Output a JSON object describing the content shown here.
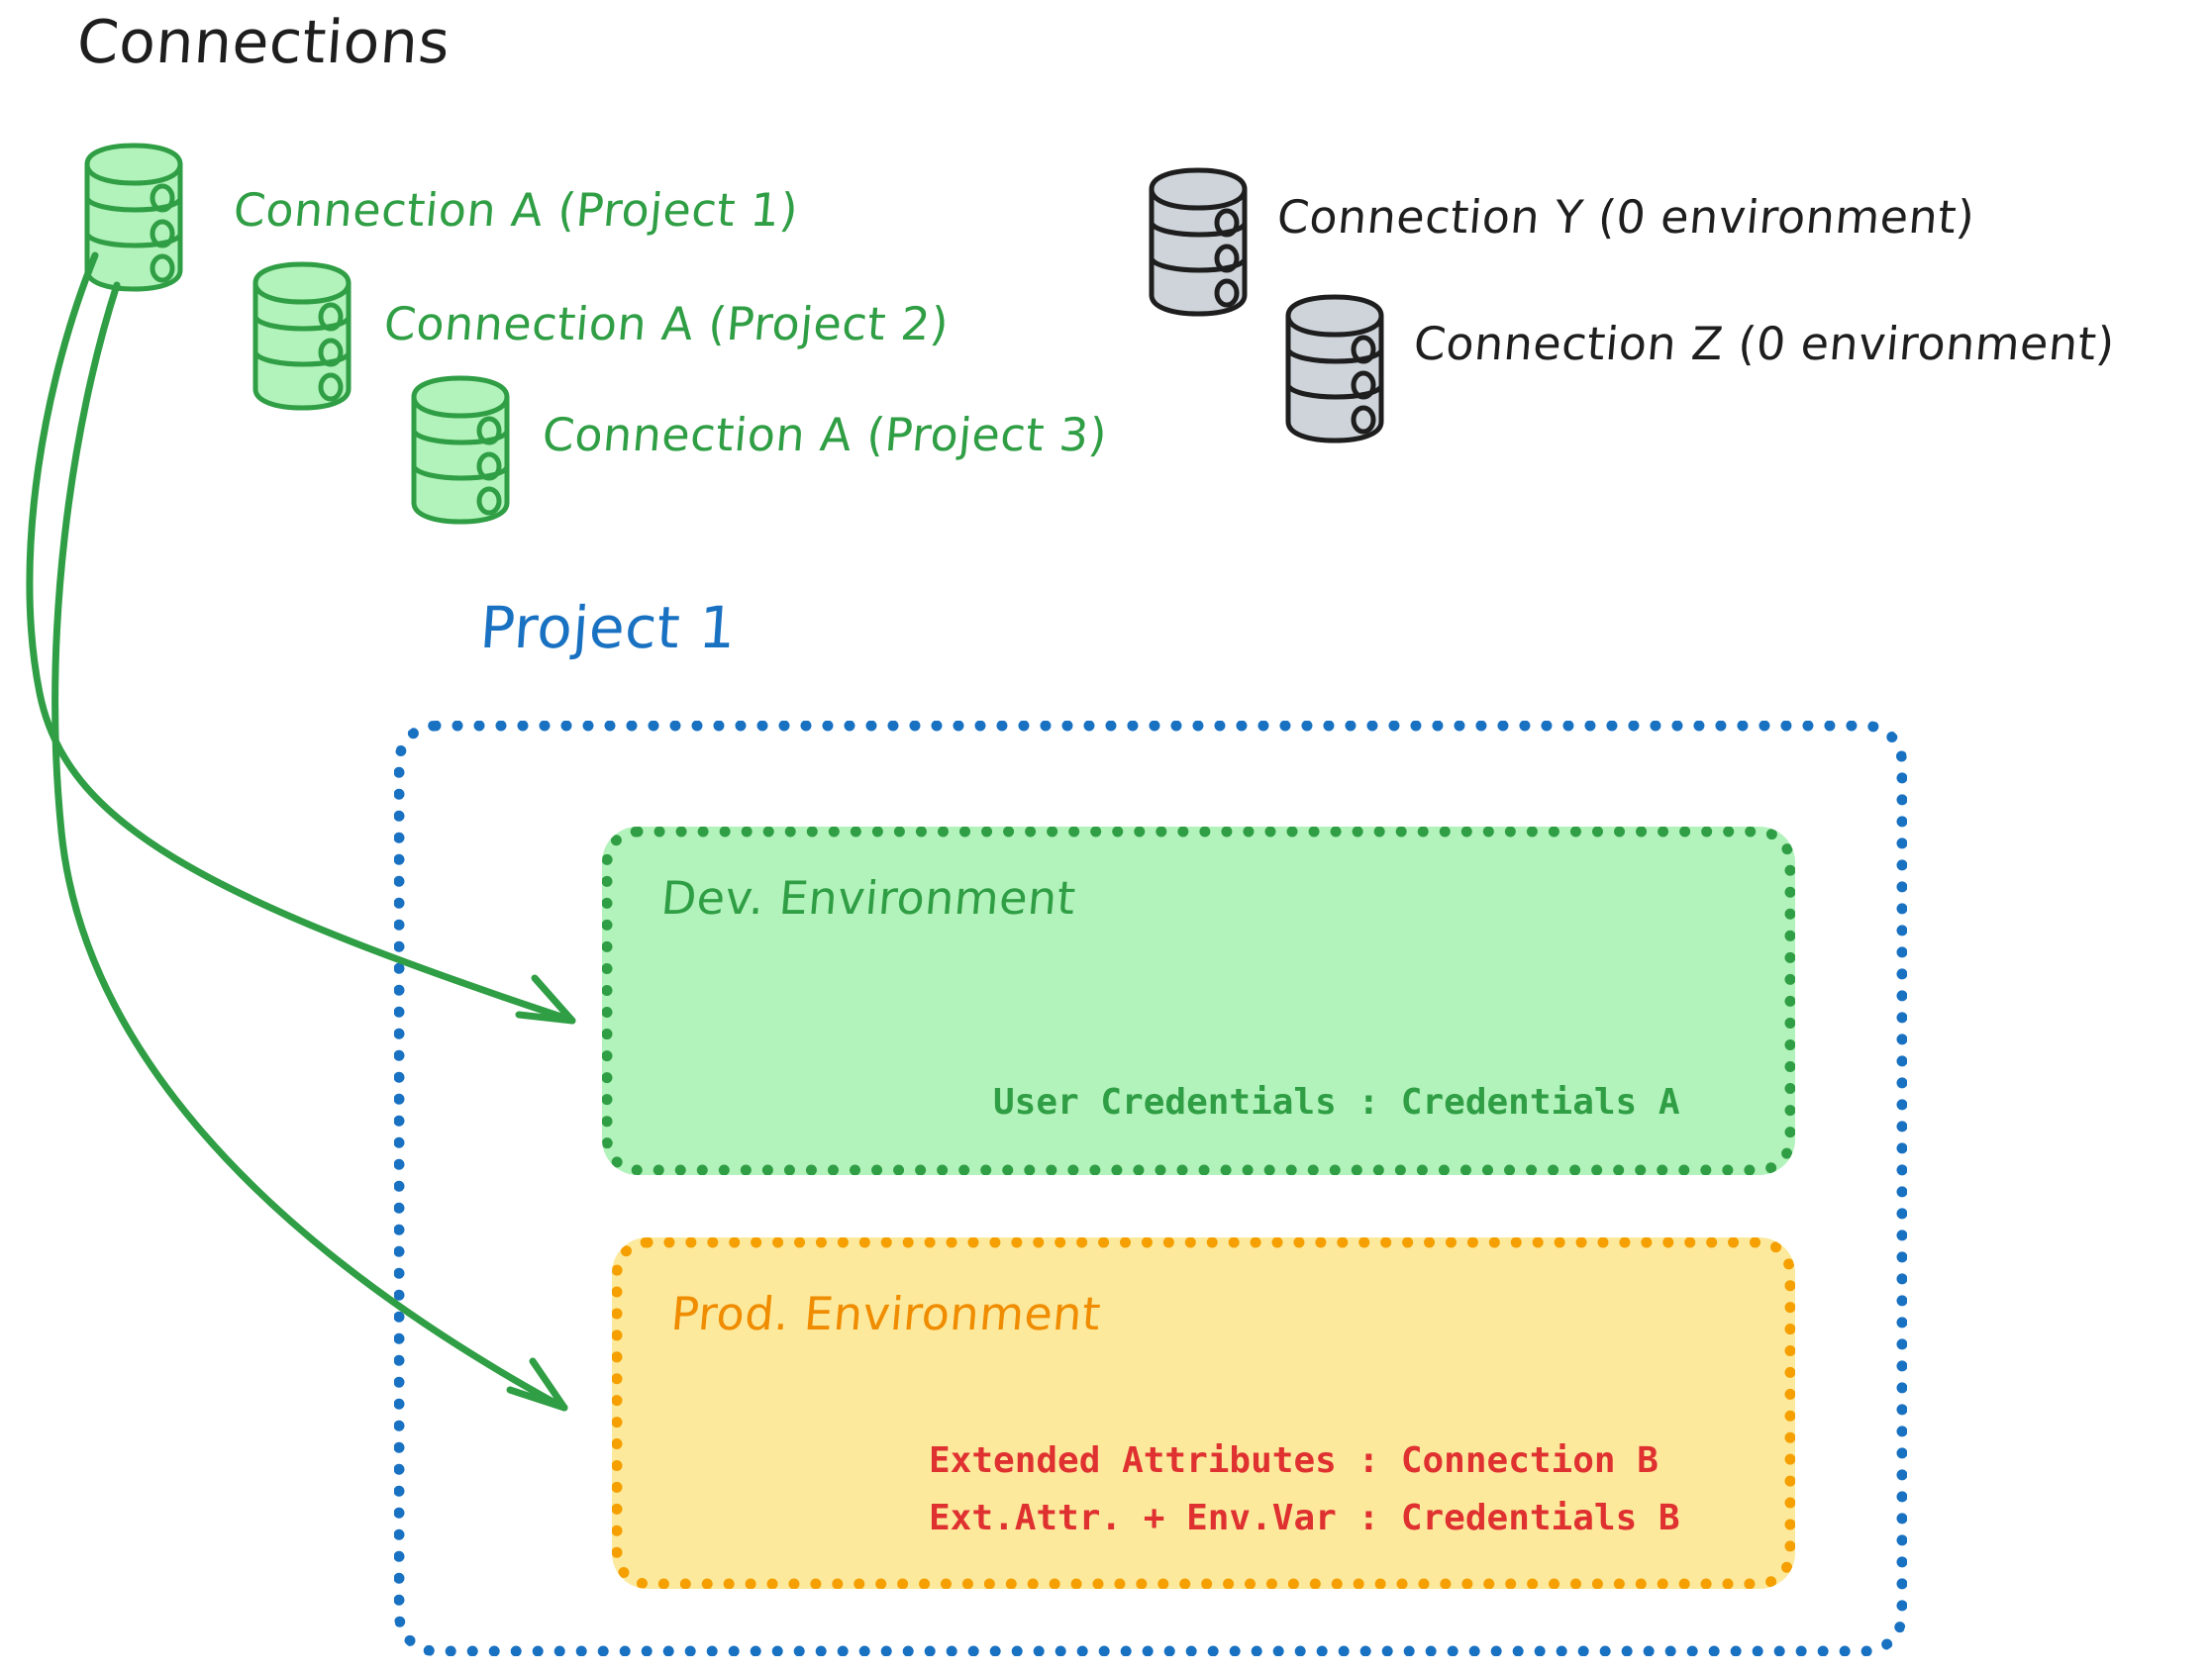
{
  "page": {
    "title_connections": "Connections",
    "title_project": "Project 1"
  },
  "colors": {
    "green_stroke": "#2f9e44",
    "green_fill": "#b2f2bb",
    "gray_stroke": "#1e1e1e",
    "gray_fill": "#ced4da",
    "blue": "#1971c2",
    "orange_stroke": "#f59f00",
    "orange_text": "#f08c00",
    "orange_fill": "#fce99c",
    "red": "#e03131",
    "black": "#1e1e1e"
  },
  "connections": {
    "green": [
      {
        "icon": "database-icon",
        "label": "Connection A (Project 1)"
      },
      {
        "icon": "database-icon",
        "label": "Connection A (Project 2)"
      },
      {
        "icon": "database-icon",
        "label": "Connection A (Project 3)"
      }
    ],
    "gray": [
      {
        "icon": "database-icon",
        "label": "Connection Y (0 environment)"
      },
      {
        "icon": "database-icon",
        "label": "Connection Z (0 environment)"
      }
    ]
  },
  "project": {
    "name": "Project 1",
    "environments": [
      {
        "name": "Dev. Environment",
        "kind": "dev",
        "rows": [
          "User Credentials : Credentials A"
        ]
      },
      {
        "name": "Prod. Environment",
        "kind": "prod",
        "rows": [
          "Extended Attributes : Connection B",
          "Ext.Attr. + Env.Var : Credentials B"
        ]
      }
    ]
  },
  "arrows": [
    {
      "name": "arrow-connection-a-to-dev-env",
      "from": "Connection A (Project 1)",
      "to": "Dev. Environment"
    },
    {
      "name": "arrow-connection-a-to-prod-env",
      "from": "Connection A (Project 1)",
      "to": "Prod. Environment"
    }
  ]
}
